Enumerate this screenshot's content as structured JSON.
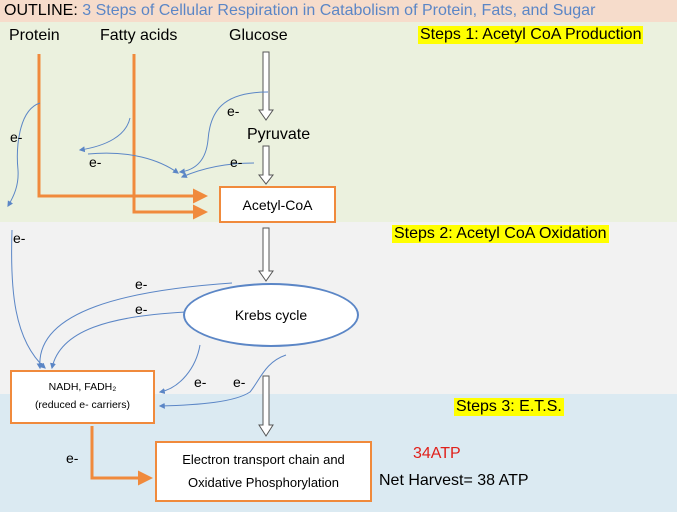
{
  "outline": {
    "label": "OUTLINE:",
    "title": "3 Steps of Cellular Respiration in Catabolism of Protein, Fats, and Sugar"
  },
  "sources": {
    "protein": "Protein",
    "fatty_acids": "Fatty acids",
    "glucose": "Glucose"
  },
  "steps": {
    "step1": "Steps 1: Acetyl CoA Production",
    "step2": "Steps 2: Acetyl CoA Oxidation",
    "step3": "Steps 3: E.T.S."
  },
  "nodes": {
    "pyruvate": "Pyruvate",
    "acetyl_coa": "Acetyl-CoA",
    "krebs": "Krebs cycle",
    "carriers_line1": "NADH, FADH₂",
    "carriers_line2": "(reduced e- carriers)",
    "etc_line1": "Electron transport chain and",
    "etc_line2": "Oxidative Phosphorylation"
  },
  "electron_label": "e-",
  "atp": {
    "value": "34ATP",
    "net": "Net Harvest= 38 ATP"
  },
  "colors": {
    "outline_bg": "#f6dccb",
    "step1_bg": "#ebf1de",
    "step2_bg": "#f2f2f2",
    "step3_bg": "#dbeaf2",
    "step_highlight": "#ffff00",
    "orange_arrow": "#f08a3c",
    "blue_arrow": "#5b86c6",
    "atp_red": "#e0201b",
    "title_blue": "#5b86c6"
  }
}
